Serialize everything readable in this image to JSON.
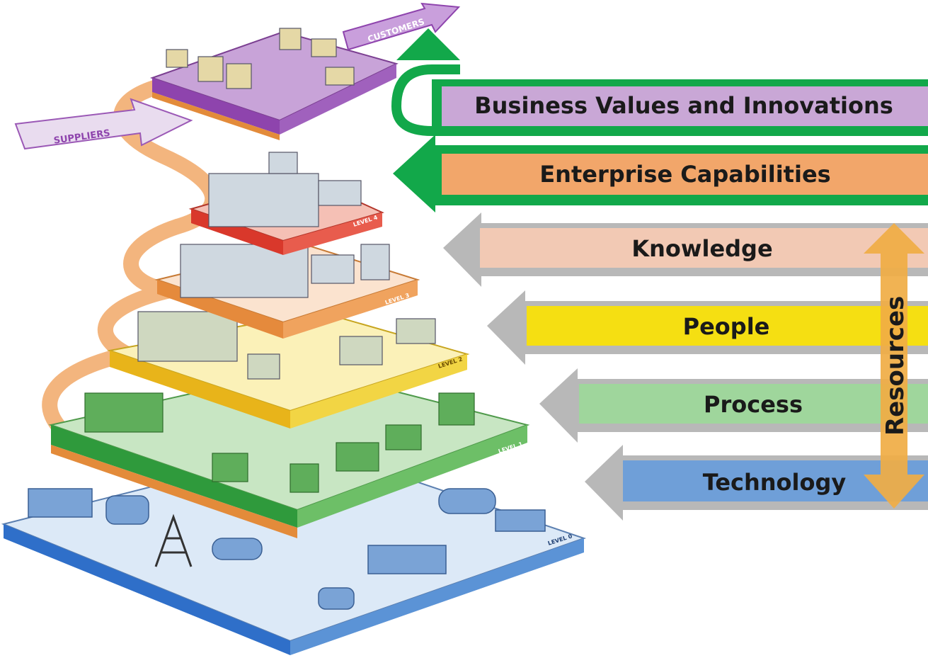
{
  "pyramid": {
    "suppliers_label": "SUPPLIERS",
    "customers_label": "CUSTOMERS",
    "levels": [
      {
        "name": "level-top",
        "label": "",
        "color": "#9b59b6"
      },
      {
        "name": "level-4",
        "label": "LEVEL 4",
        "color": "#d9382b"
      },
      {
        "name": "level-3",
        "label": "LEVEL 3",
        "color": "#f0a35e"
      },
      {
        "name": "level-2",
        "label": "LEVEL 2",
        "color": "#f2d544"
      },
      {
        "name": "level-1",
        "label": "LEVEL 1",
        "color": "#7cc47a"
      },
      {
        "name": "level-0",
        "label": "LEVEL 0",
        "color": "#5b93d6"
      }
    ]
  },
  "bands": [
    {
      "id": "business",
      "label": "Business Values and Innovations",
      "fill": "#c9a7d6",
      "arrow": "#12a84a"
    },
    {
      "id": "enterprise",
      "label": "Enterprise Capabilities",
      "fill": "#f2a66a",
      "arrow": "#12a84a"
    },
    {
      "id": "knowledge",
      "label": "Knowledge",
      "fill": "#f2c9b4",
      "arrow": "#b8b8b8"
    },
    {
      "id": "people",
      "label": "People",
      "fill": "#f5df12",
      "arrow": "#b8b8b8"
    },
    {
      "id": "process",
      "label": "Process",
      "fill": "#9fd69c",
      "arrow": "#b8b8b8"
    },
    {
      "id": "technology",
      "label": "Technology",
      "fill": "#6f9fd8",
      "arrow": "#b8b8b8"
    }
  ],
  "resources": {
    "label": "Resources",
    "color": "#f0ad44"
  }
}
